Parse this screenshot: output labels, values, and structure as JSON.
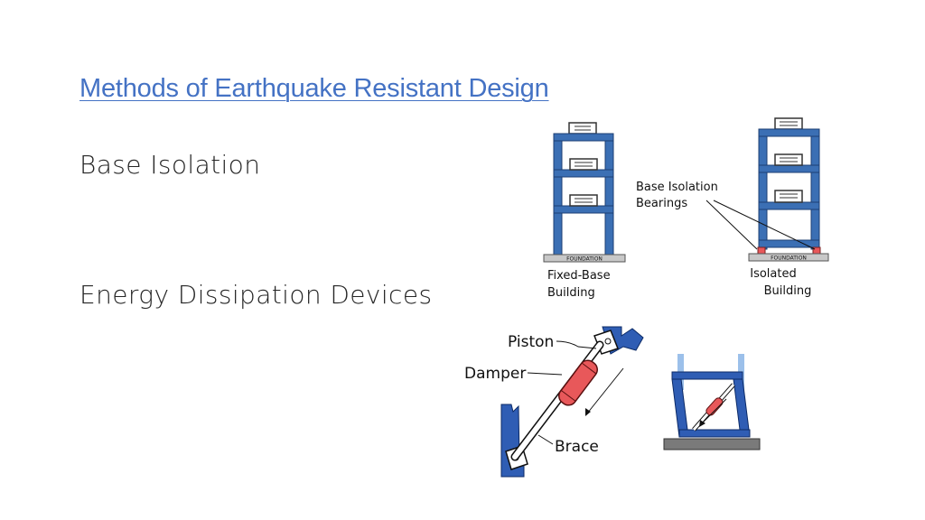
{
  "slide": {
    "title": "Methods of Earthquake Resistant Design",
    "bullets": [
      "Base Isolation",
      "Energy Dissipation Devices"
    ]
  },
  "figures": {
    "foundation_label": "FOUNDATION",
    "fixed_caption": [
      "Fixed-Base",
      "Building"
    ],
    "isolated_caption": [
      "Isolated",
      "Building"
    ],
    "bearings_label": [
      "Base Isolation",
      "Bearings"
    ],
    "damper_labels": {
      "piston": "Piston",
      "damper": "Damper",
      "brace": "Brace"
    }
  },
  "colors": {
    "title": "#4472c4",
    "frame": "#3b6fb4",
    "damper": "#e8585a",
    "foundation": "#c8c8c8"
  }
}
